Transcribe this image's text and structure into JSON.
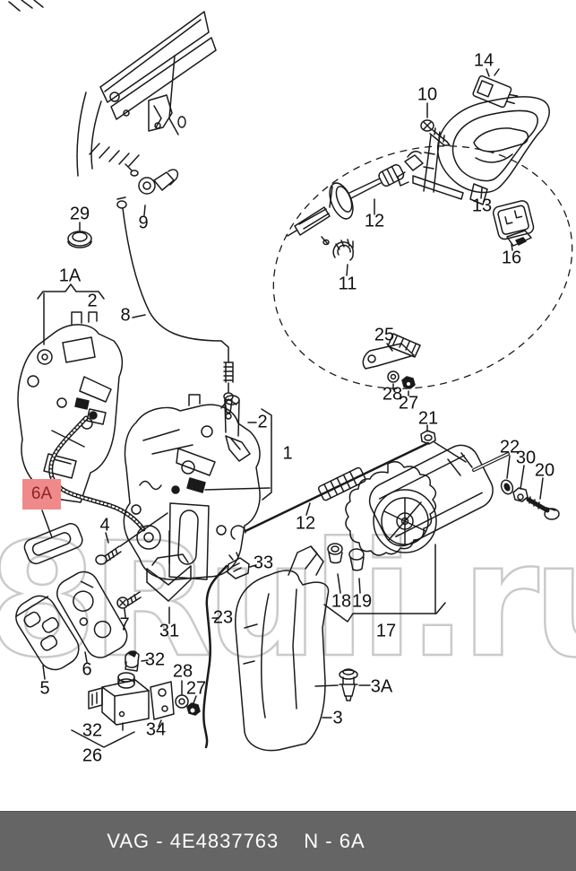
{
  "watermark": {
    "text": "8Ruli.ru",
    "color": "#cacaca"
  },
  "highlight": {
    "label": "6A",
    "bg_color": "#f08a8a",
    "text_color": "#8b2525"
  },
  "footer": {
    "part_code": "VAG - 4E4837763",
    "section_code": "N - 6A",
    "bg_color": "#656565",
    "text_color": "#ffffff"
  },
  "diagram": {
    "line_color": "#1a1a1a",
    "part_labels": [
      {
        "id": "29",
        "text": "29"
      },
      {
        "id": "9",
        "text": "9"
      },
      {
        "id": "1A",
        "text": "1A"
      },
      {
        "id": "2-top",
        "text": "2"
      },
      {
        "id": "8",
        "text": "8"
      },
      {
        "id": "12-upper",
        "text": "12"
      },
      {
        "id": "10",
        "text": "10"
      },
      {
        "id": "14",
        "text": "14"
      },
      {
        "id": "13",
        "text": "13"
      },
      {
        "id": "16",
        "text": "16"
      },
      {
        "id": "11",
        "text": "11"
      },
      {
        "id": "25",
        "text": "25"
      },
      {
        "id": "28-upper",
        "text": "28"
      },
      {
        "id": "27-upper",
        "text": "27"
      },
      {
        "id": "21",
        "text": "21"
      },
      {
        "id": "22",
        "text": "22"
      },
      {
        "id": "30",
        "text": "30"
      },
      {
        "id": "20",
        "text": "20"
      },
      {
        "id": "2-center",
        "text": "2"
      },
      {
        "id": "1",
        "text": "1"
      },
      {
        "id": "12-lower",
        "text": "12"
      },
      {
        "id": "33",
        "text": "33"
      },
      {
        "id": "4",
        "text": "4"
      },
      {
        "id": "5",
        "text": "5"
      },
      {
        "id": "6",
        "text": "6"
      },
      {
        "id": "7",
        "text": "7"
      },
      {
        "id": "31",
        "text": "31"
      },
      {
        "id": "23",
        "text": "23"
      },
      {
        "id": "32-upper",
        "text": "32"
      },
      {
        "id": "32-lower",
        "text": "32"
      },
      {
        "id": "26",
        "text": "26"
      },
      {
        "id": "34",
        "text": "34"
      },
      {
        "id": "28-lower",
        "text": "28"
      },
      {
        "id": "27-lower",
        "text": "27"
      },
      {
        "id": "18",
        "text": "18"
      },
      {
        "id": "19",
        "text": "19"
      },
      {
        "id": "17",
        "text": "17"
      },
      {
        "id": "3A",
        "text": "3A"
      },
      {
        "id": "3",
        "text": "3"
      }
    ]
  }
}
